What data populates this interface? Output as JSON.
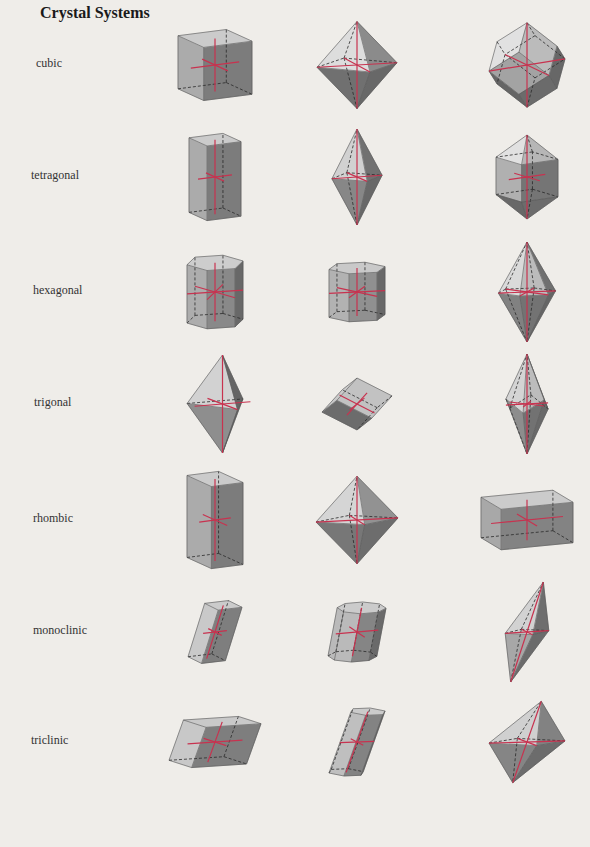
{
  "diagram": {
    "title": "Crystal Systems",
    "labels": [
      "cubic",
      "tetragonal",
      "hexagonal",
      "trigonal",
      "rhombic",
      "monoclinic",
      "triclinic"
    ]
  }
}
